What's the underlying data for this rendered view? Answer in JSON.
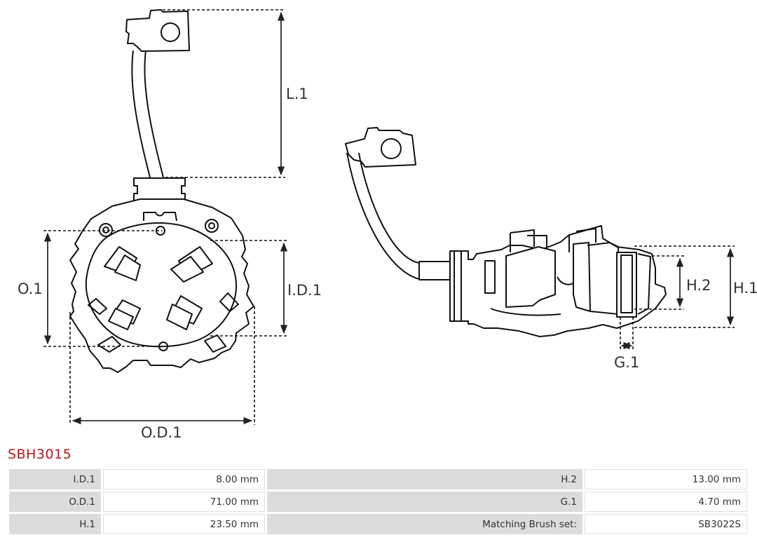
{
  "diagram": {
    "labels": {
      "l1": "L.1",
      "o1": "O.1",
      "id1": "I.D.1",
      "od1": "O.D.1",
      "h1": "H.1",
      "h2": "H.2",
      "g1": "G.1"
    }
  },
  "part_number": "SBH3015",
  "specs": [
    {
      "label": "I.D.1",
      "value": "8.00 mm",
      "label2": "H.2",
      "value2": "13.00 mm"
    },
    {
      "label": "O.D.1",
      "value": "71.00 mm",
      "label2": "G.1",
      "value2": "4.70 mm"
    },
    {
      "label": "H.1",
      "value": "23.50 mm",
      "label2": "Matching Brush set:",
      "value2": "SB3022S"
    }
  ]
}
